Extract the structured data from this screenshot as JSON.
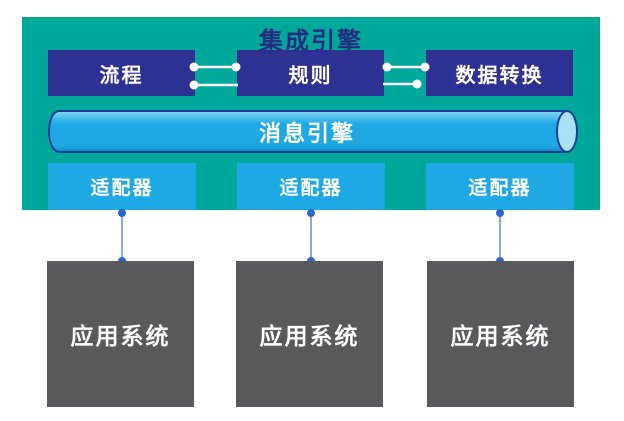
{
  "diagram": {
    "title": "集成引擎",
    "modules": [
      {
        "label": "流程"
      },
      {
        "label": "规则"
      },
      {
        "label": "数据转换"
      }
    ],
    "message_engine": {
      "label": "消息引擎"
    },
    "adapters": [
      {
        "label": "适配器"
      },
      {
        "label": "适配器"
      },
      {
        "label": "适配器"
      }
    ],
    "applications": [
      {
        "label": "应用系统"
      },
      {
        "label": "应用系统"
      },
      {
        "label": "应用系统"
      }
    ],
    "colors": {
      "page_bg": "#FFFFFF",
      "container_teal": "#00A79B",
      "module_indigo": "#2E3192",
      "title_navy": "#232C7E",
      "cyan": "#1FA9E4",
      "cylinder_cap": "#A9E2F7",
      "cylinder_border": "#1C3F94",
      "app_gray": "#58595B",
      "connector_white": "#FFFFFF",
      "connector_blue": "#2E66CC",
      "connector_blue_line": "#6C8FD8"
    }
  }
}
